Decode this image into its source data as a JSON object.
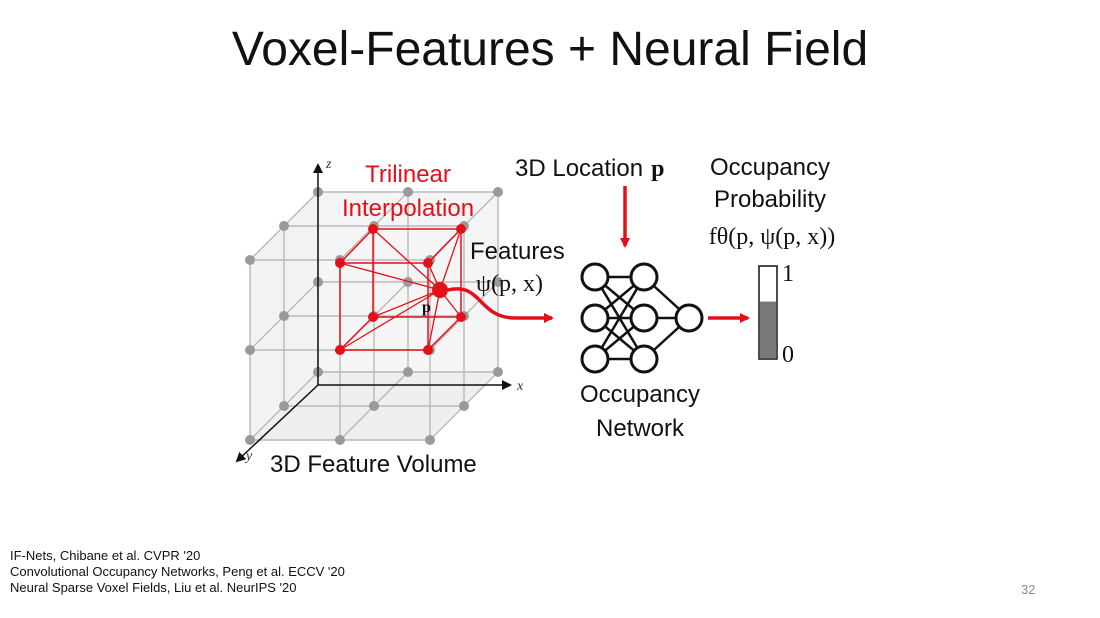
{
  "slide": {
    "title": "Voxel-Features + Neural Field",
    "page_number": "32"
  },
  "diagram": {
    "trilinear_line1": "Trilinear",
    "trilinear_line2": "Interpolation",
    "location_label": "3D Location",
    "location_symbol": "p",
    "features_label": "Features",
    "features_formula": "ψ(p, x)",
    "point_label": "p",
    "network_line1": "Occupancy",
    "network_line2": "Network",
    "output_line1": "Occupancy",
    "output_line2": "Probability",
    "output_formula": "fθ(p, ψ(p, x))",
    "bar_max": "1",
    "bar_min": "0",
    "bar_fill_fraction": 0.62,
    "volume_label": "3D Feature Volume",
    "axis_x": "x",
    "axis_y": "y",
    "axis_z": "z"
  },
  "references": [
    "IF-Nets, Chibane et al. CVPR '20",
    "Convolutional Occupancy Networks, Peng et al. ECCV '20",
    "Neural Sparse Voxel Fields, Liu et al. NeurIPS '20"
  ],
  "colors": {
    "accent_red": "#e3101a",
    "grid_gray": "#9a9a9a",
    "bar_fill": "#7a7a7a"
  }
}
